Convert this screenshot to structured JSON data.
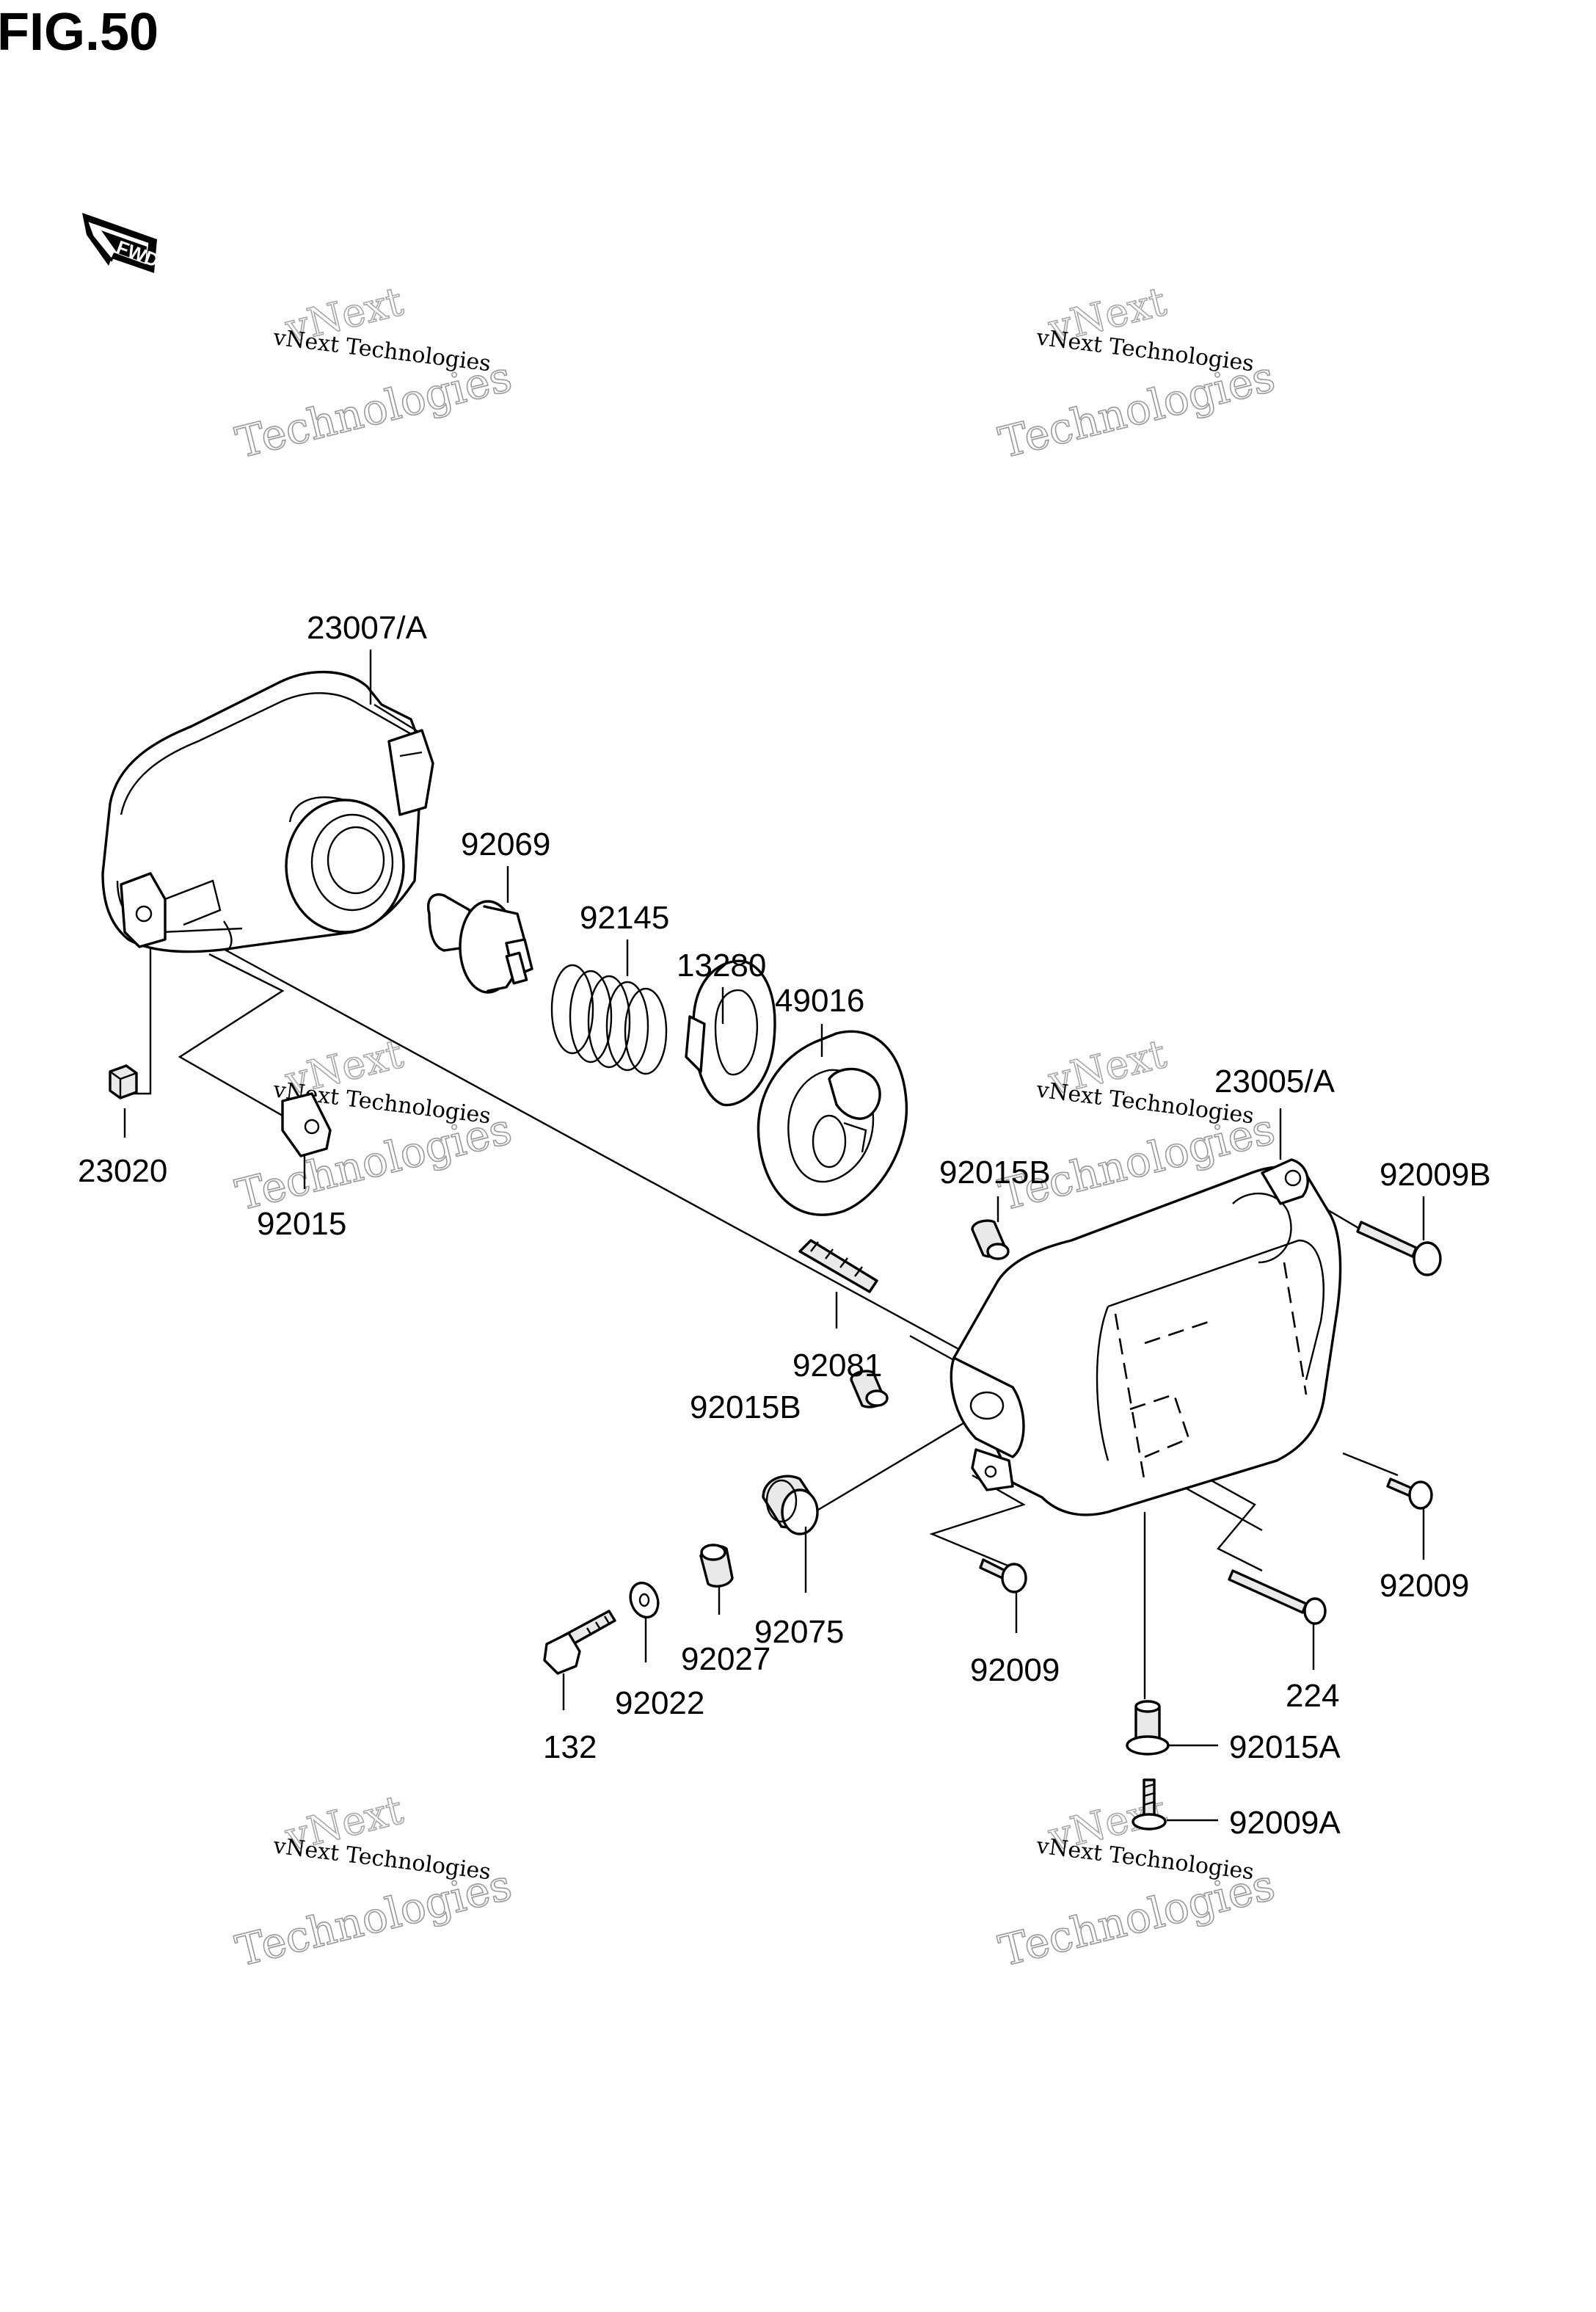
{
  "figure": {
    "title": "FIG.50"
  },
  "fwd_arrow": {
    "label": "FWD",
    "icon": "fwd-arrow-icon"
  },
  "watermark": {
    "line1": "vNext Technologies",
    "line2": "Technologies",
    "line3": "vNext"
  },
  "parts": {
    "p23007A": "23007/A",
    "p92069": "92069",
    "p92145": "92145",
    "p13280": "13280",
    "p49016": "49016",
    "p23020": "23020",
    "p92015": "92015",
    "p23005A": "23005/A",
    "p92015B_top": "92015B",
    "p92009B": "92009B",
    "p92081": "92081",
    "p92015B_mid": "92015B",
    "p92075": "92075",
    "p92027": "92027",
    "p92022": "92022",
    "p132": "132",
    "p92009_left": "92009",
    "p92009_right": "92009",
    "p224": "224",
    "p92015A": "92015A",
    "p92009A": "92009A"
  }
}
